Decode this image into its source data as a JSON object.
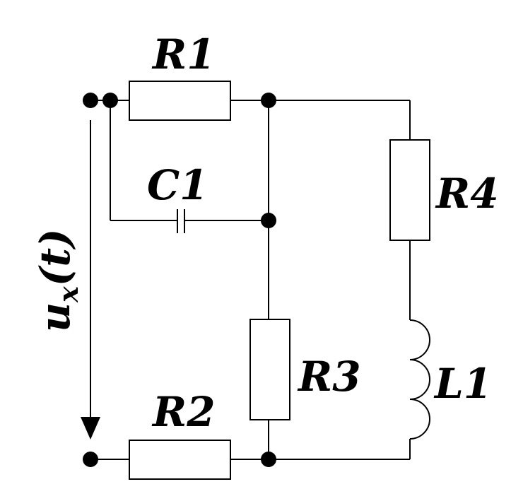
{
  "diagram": {
    "labels": {
      "r1": "R1",
      "r2": "R2",
      "r3": "R3",
      "r4": "R4",
      "c1": "C1",
      "l1": "L1"
    },
    "voltage": {
      "main": "u",
      "subscript": "x",
      "arg": "(t)"
    }
  }
}
